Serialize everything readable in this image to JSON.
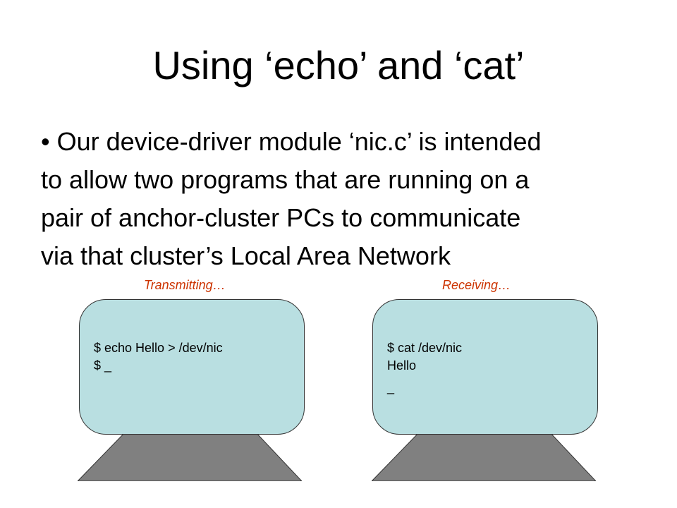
{
  "slide": {
    "title": "Using ‘echo’ and ‘cat’",
    "bullet": {
      "lines": [
        "• Our device-driver module ‘nic.c’ is intended",
        "to allow two programs that are running on a",
        "pair of anchor-cluster PCs to communicate",
        "via that cluster’s Local Area Network"
      ]
    },
    "computers": {
      "left": {
        "caption": "Transmitting…",
        "terminal_lines": [
          "$ echo Hello > /dev/nic",
          "$ _"
        ]
      },
      "right": {
        "caption": "Receiving…",
        "terminal_lines": [
          "$ cat /dev/nic",
          "Hello",
          "_"
        ]
      }
    }
  },
  "colors": {
    "caption": "#cc3300",
    "screen_fill": "#b9dfe1",
    "stand_fill": "#808080"
  }
}
